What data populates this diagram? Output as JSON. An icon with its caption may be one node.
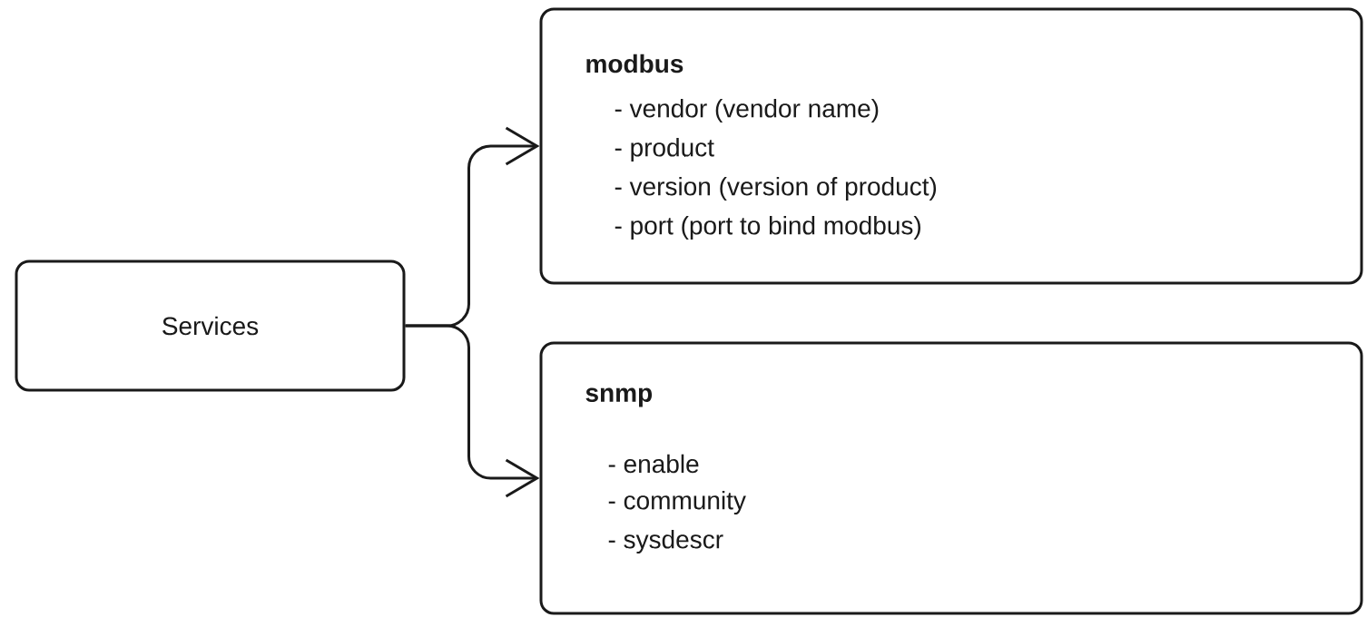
{
  "diagram": {
    "nodes": [
      {
        "text": [
          "Services"
        ]
      },
      {
        "text": [
          "modbus",
          "- vendor (vendor name)",
          "- product",
          "- version (version of product)",
          "- port (port to bind modbus)"
        ]
      },
      {
        "text": [
          "snmp",
          "- enable",
          "- community",
          "- sysdescr"
        ]
      }
    ],
    "edges": [
      {
        "from": 0,
        "to": 1,
        "arrow": "to"
      },
      {
        "from": 0,
        "to": 2,
        "arrow": "to"
      }
    ]
  }
}
